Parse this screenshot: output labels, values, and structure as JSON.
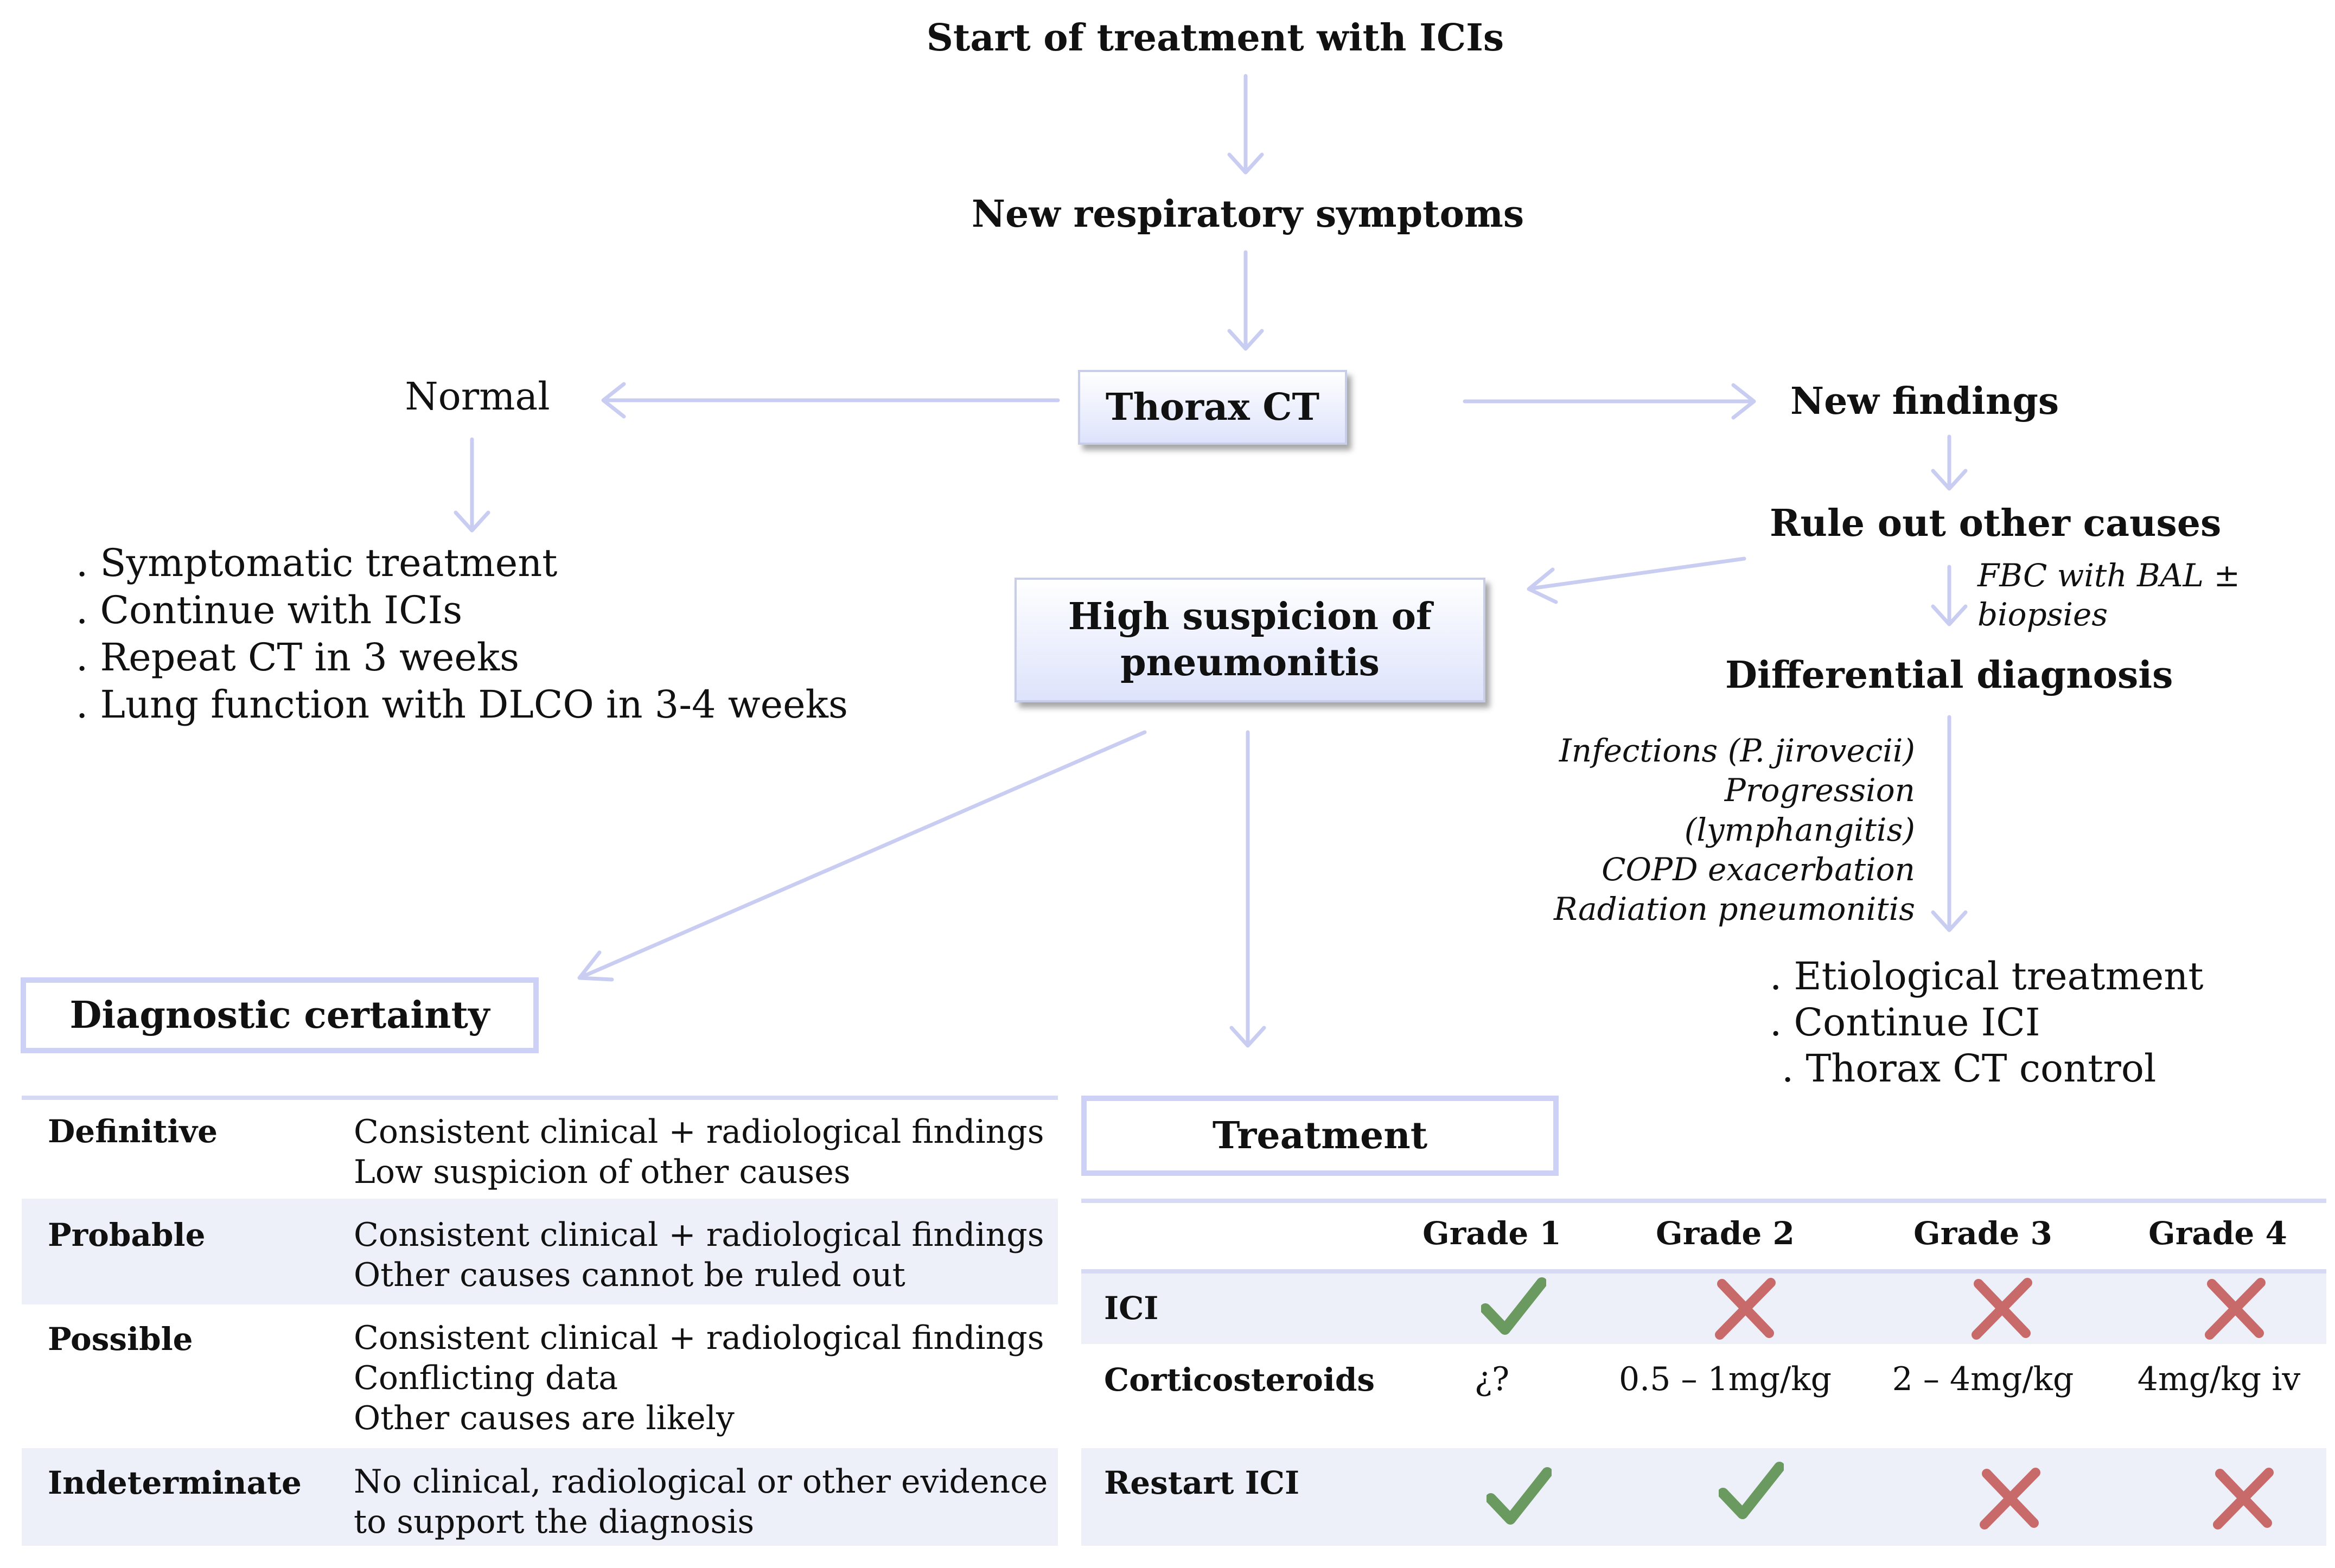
{
  "flow": {
    "start": "Start of treatment with ICIs",
    "symptoms": "New respiratory symptoms",
    "thorax_ct": "Thorax CT",
    "normal": "Normal",
    "normal_steps": [
      ". Symptomatic treatment",
      ". Continue with ICIs",
      ". Repeat CT in 3 weeks",
      ". Lung function with DLCO in 3-4 weeks"
    ],
    "new_findings": "New findings",
    "rule_out": "Rule out other causes",
    "fbc_lines": [
      "FBC with BAL ±",
      "biopsies"
    ],
    "high_suspicion_lines": [
      "High suspicion of",
      "pneumonitis"
    ],
    "differential": "Differential diagnosis",
    "differential_items": [
      "Infections (P. jirovecii)",
      "Progression",
      "(lymphangitis)",
      "COPD exacerbation",
      "Radiation pneumonitis"
    ],
    "etiological_steps": [
      ". Etiological treatment",
      ". Continue ICI",
      ". Thorax CT control"
    ]
  },
  "certainty": {
    "title": "Diagnostic certainty",
    "rows": [
      {
        "label": "Definitive",
        "lines": [
          "Consistent clinical + radiological findings",
          "Low suspicion of other causes"
        ]
      },
      {
        "label": "Probable",
        "lines": [
          "Consistent clinical + radiological findings",
          "Other causes cannot be ruled out"
        ]
      },
      {
        "label": "Possible",
        "lines": [
          "Consistent clinical + radiological findings",
          "Conflicting data",
          "Other causes are likely"
        ]
      },
      {
        "label": "Indeterminate",
        "lines": [
          "No clinical, radiological or other evidence",
          "to support the diagnosis"
        ]
      }
    ]
  },
  "treatment": {
    "title": "Treatment",
    "grades": [
      "Grade 1",
      "Grade 2",
      "Grade 3",
      "Grade 4"
    ],
    "rows": [
      {
        "label": "ICI",
        "cells": [
          "check-icon",
          "cross-icon",
          "cross-icon",
          "cross-icon"
        ]
      },
      {
        "label": "Corticosteroids",
        "cells": [
          "¿?",
          "0.5 – 1mg/kg",
          "2 – 4mg/kg",
          "4mg/kg iv"
        ]
      },
      {
        "label": "Restart ICI",
        "cells": [
          "check-icon",
          "check-icon",
          "cross-icon",
          "cross-icon"
        ]
      }
    ]
  },
  "colors": {
    "arrow": "#c9cdf2",
    "check": "#6a9a5f",
    "cross": "#c96a6a",
    "box_border": "#cdd1f5",
    "row_shade": "#eef0f9"
  }
}
